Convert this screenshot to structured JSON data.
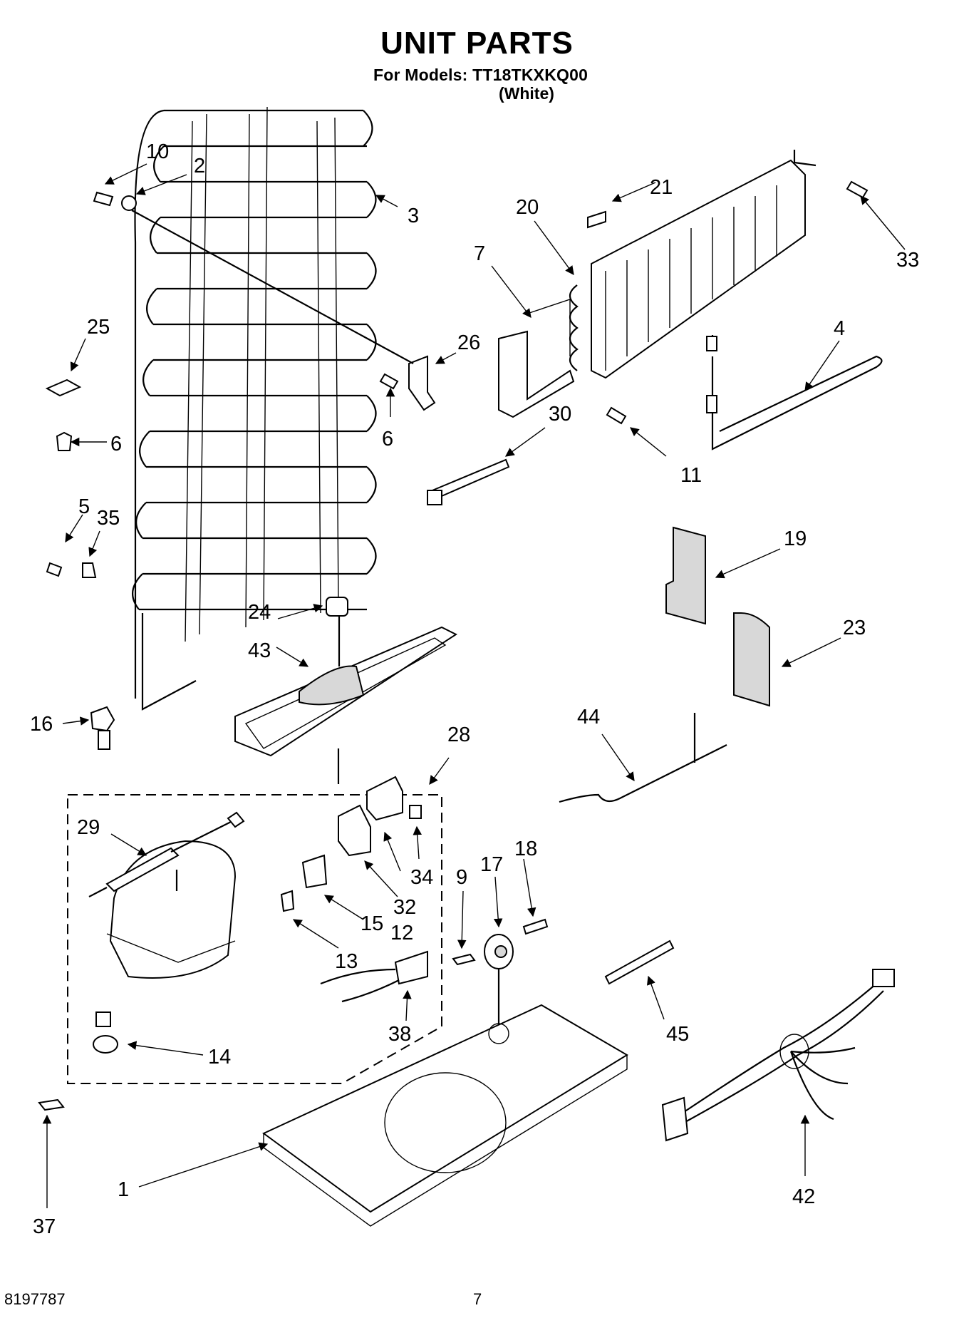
{
  "header": {
    "title": "UNIT PARTS",
    "models_line": "For Models: TT18TKXKQ00",
    "color_variant": "(White)"
  },
  "footer": {
    "doc_number": "8197787",
    "page_number": "7"
  },
  "callouts": [
    "10",
    "2",
    "3",
    "20",
    "21",
    "33",
    "7",
    "25",
    "26",
    "4",
    "6",
    "6",
    "30",
    "11",
    "5",
    "35",
    "19",
    "24",
    "23",
    "43",
    "16",
    "28",
    "44",
    "29",
    "18",
    "17",
    "34",
    "9",
    "32",
    "12",
    "15",
    "13",
    "38",
    "45",
    "14",
    "42",
    "1",
    "37"
  ]
}
